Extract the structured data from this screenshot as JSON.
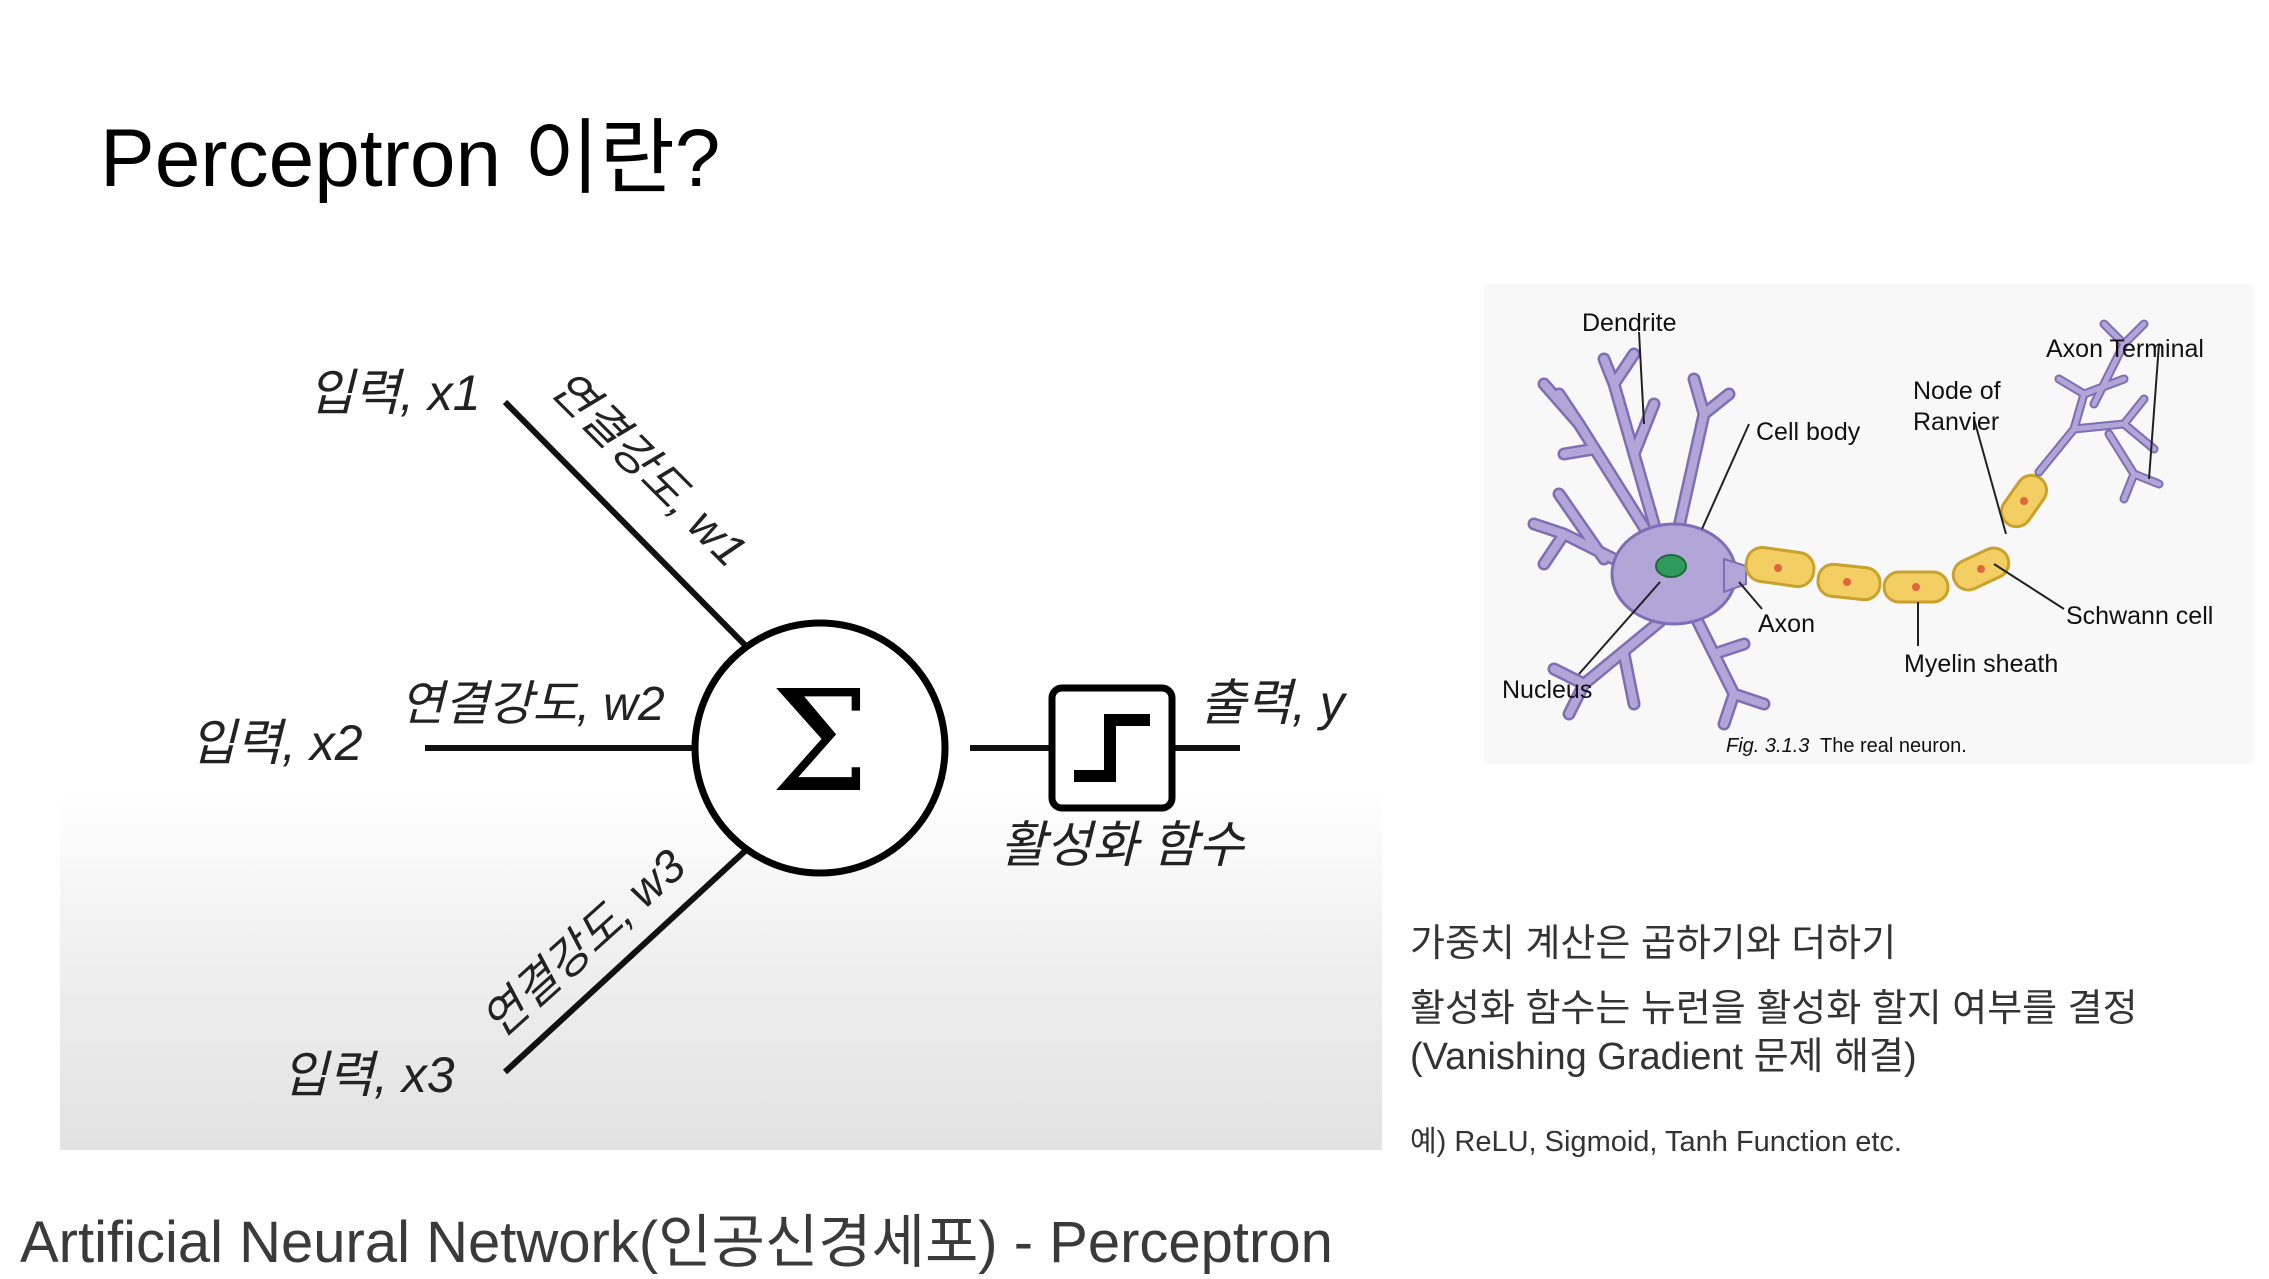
{
  "slide": {
    "title": "Perceptron 이란?",
    "footer": "Artificial Neural Network(인공신경세포) - Perceptron"
  },
  "perceptron": {
    "inputs": [
      "입력, x1",
      "입력, x2",
      "입력, x3"
    ],
    "weights": [
      "연결강도, w1",
      "연결강도, w2",
      "연결강도, w3"
    ],
    "sum_symbol": "Σ",
    "output": "출력, y",
    "activation": "활성화 함수"
  },
  "neuron_figure": {
    "labels": {
      "dendrite": "Dendrite",
      "axon_terminal": "Axon Terminal",
      "node_of_ranvier_line1": "Node of",
      "node_of_ranvier_line2": "Ranvier",
      "cell_body": "Cell body",
      "schwann_cell": "Schwann cell",
      "axon": "Axon",
      "myelin_sheath": "Myelin sheath",
      "nucleus": "Nucleus"
    },
    "caption_number": "Fig. 3.1.3",
    "caption_text": "The real neuron.",
    "colors": {
      "cell": "#b2a6d8",
      "cell_outline": "#7d6fb5",
      "nucleus": "#2f9a5b",
      "myelin": "#f3cf63",
      "myelin_outline": "#c9a12c",
      "myelin_dot": "#e0663e"
    }
  },
  "notes": {
    "weights": "가중치 계산은 곱하기와 더하기",
    "activation_line1": "활성화 함수는 뉴런을 활성화 할지 여부를 결정",
    "activation_line2": "(Vanishing Gradient 문제 해결)",
    "example": "예) ReLU, Sigmoid, Tanh Function etc."
  }
}
